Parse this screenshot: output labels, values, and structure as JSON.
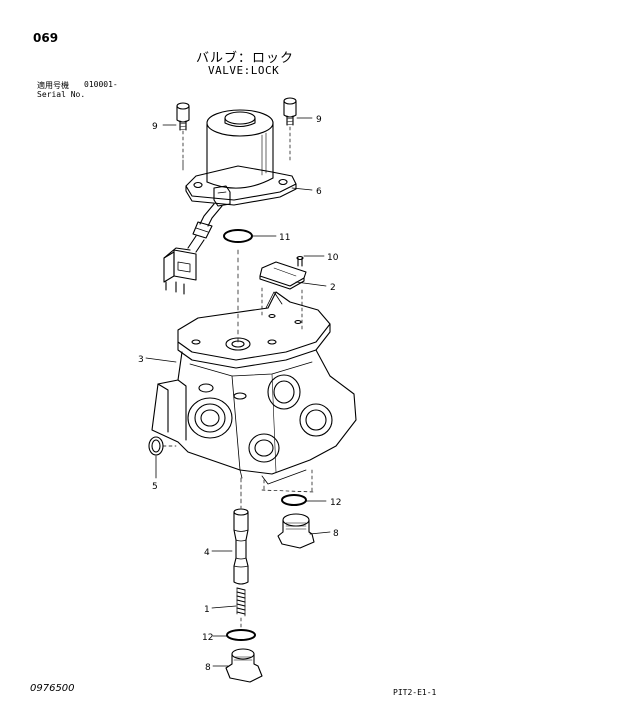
{
  "page": {
    "number": "069",
    "title_jp": "バルブ：ロック",
    "title_en": "VALVE:LOCK",
    "serial_label_jp": "適用号機",
    "serial_value": "010001-",
    "serial_label_en": "Serial No.",
    "footer_left": "0976500",
    "footer_right": "PIT2-E1-1"
  },
  "callouts": {
    "c1": "1",
    "c2": "2",
    "c3": "3",
    "c4": "4",
    "c5": "5",
    "c6": "6",
    "c8a": "8",
    "c8b": "8",
    "c9a": "9",
    "c9b": "9",
    "c10": "10",
    "c11": "11",
    "c12a": "12",
    "c12b": "12"
  }
}
